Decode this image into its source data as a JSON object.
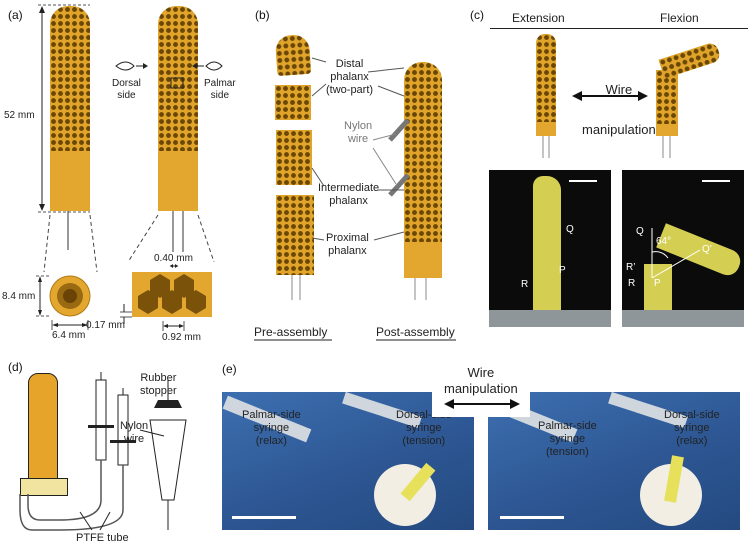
{
  "panels": {
    "a": "(a)",
    "b": "(b)",
    "c": "(c)",
    "d": "(d)",
    "e": "(e)"
  },
  "a": {
    "length": "52 mm",
    "dorsal": "Dorsal\nside",
    "palmar": "Palmar\nside",
    "diameter": "8.4 mm",
    "width": "6.4 mm",
    "d040": "0.40 mm",
    "d017": "0.17 mm",
    "d092": "0.92 mm"
  },
  "b": {
    "distal": "Distal\nphalanx\n(two-part)",
    "nylon": "Nylon\nwire",
    "intermediate": "Intermediate\nphalanx",
    "proximal": "Proximal\nphalanx",
    "pre": "Pre-assembly",
    "post": "Post-assembly"
  },
  "c": {
    "extension": "Extension",
    "flexion": "Flexion",
    "wire_manip": "Wire\nmanipulation",
    "Q": "Q",
    "P": "P",
    "R": "R",
    "Q2": "Q",
    "Qp": "Q’",
    "Rp": "R’",
    "R2": "R",
    "P2": "P",
    "angle": "64°"
  },
  "d": {
    "rubber": "Rubber\nstopper",
    "nylon": "Nylon\nwire",
    "ptfe": "PTFE tube"
  },
  "e": {
    "wire_manip": "Wire\nmanipulation",
    "left_palmar": "Palmar-side\nsyringe\n(relax)",
    "left_dorsal": "Dorsal-side\nsyringe\n(tension)",
    "right_palmar": "Palmar-side\nsyringe\n(tension)",
    "right_dorsal": "Dorsal-side\nsyringe\n(relax)"
  }
}
